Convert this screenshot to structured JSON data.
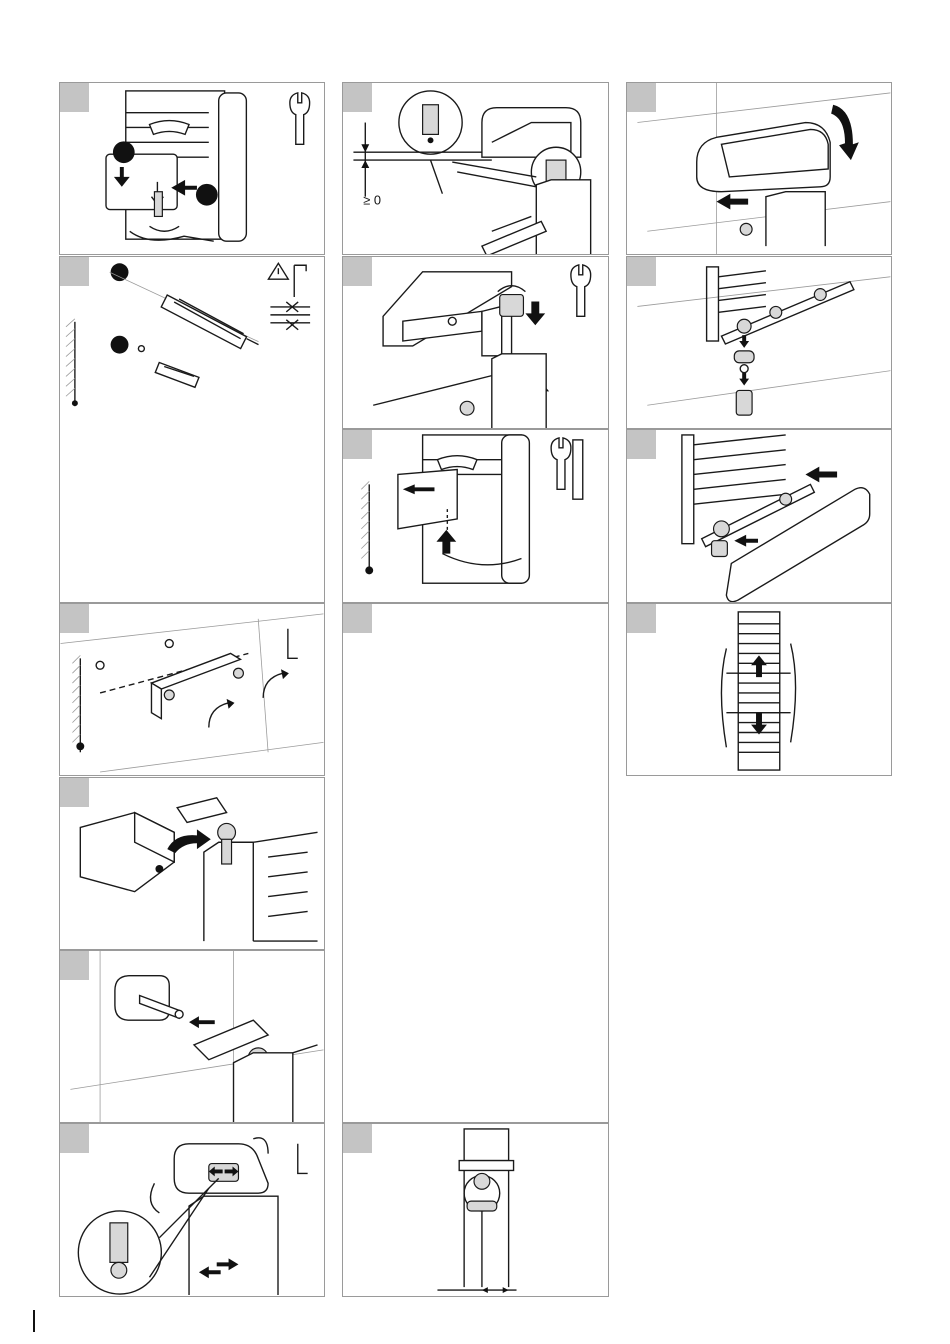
{
  "page": {
    "columns": 3,
    "panels": [
      {
        "id": "p1",
        "icons": [
          "radiator-icon",
          "bracket-icon",
          "wrench-icon",
          "arrow-down-icon",
          "arrow-left-icon"
        ]
      },
      {
        "id": "p2",
        "icons": [
          "drill-icon",
          "wall-plug-icon",
          "warning-icon",
          "hex-key-icon",
          "no-cable-icon"
        ]
      },
      {
        "id": "p3",
        "icons": [
          "wall-bracket-icon",
          "screw-icon",
          "rotate-arrow-icon",
          "hex-key-icon"
        ]
      },
      {
        "id": "p4",
        "icons": [
          "cover-cap-icon",
          "rotate-arrow-icon"
        ]
      },
      {
        "id": "p5",
        "icons": [
          "wall-mount-icon",
          "push-arrow-icon"
        ]
      },
      {
        "id": "p6",
        "icons": [
          "detail-magnifier-icon",
          "rotate-arrow-icon",
          "hex-key-icon",
          "double-arrow-icon"
        ]
      },
      {
        "id": "p7",
        "icons": [
          "valve-detail-icon",
          "arrow-down-icon"
        ],
        "gap_label": "≥ 0"
      },
      {
        "id": "p8",
        "icons": [
          "valve-nut-icon",
          "rotate-arrow-icon",
          "wrench-icon",
          "arrow-down-icon",
          "arrow-up-icon"
        ]
      },
      {
        "id": "p9",
        "icons": [
          "bracket-slide-icon",
          "wrench-icon",
          "level-icon",
          "arrow-up-icon"
        ]
      },
      {
        "id": "p10",
        "icons": [
          "empty-panel"
        ]
      },
      {
        "id": "p11",
        "icons": [
          "radiator-side-icon",
          "dimension-arrow-icon"
        ]
      },
      {
        "id": "p12",
        "icons": [
          "cap-cover-icon",
          "rotate-arrow-icon",
          "arrow-left-icon"
        ]
      },
      {
        "id": "p13",
        "icons": [
          "pipe-connection-icon",
          "arrow-up-icon"
        ]
      },
      {
        "id": "p14",
        "icons": [
          "cover-fit-icon",
          "arrow-left-icon"
        ]
      },
      {
        "id": "p15",
        "icons": [
          "packaged-radiator-icon",
          "arrow-up-icon",
          "arrow-down-icon"
        ]
      }
    ]
  }
}
